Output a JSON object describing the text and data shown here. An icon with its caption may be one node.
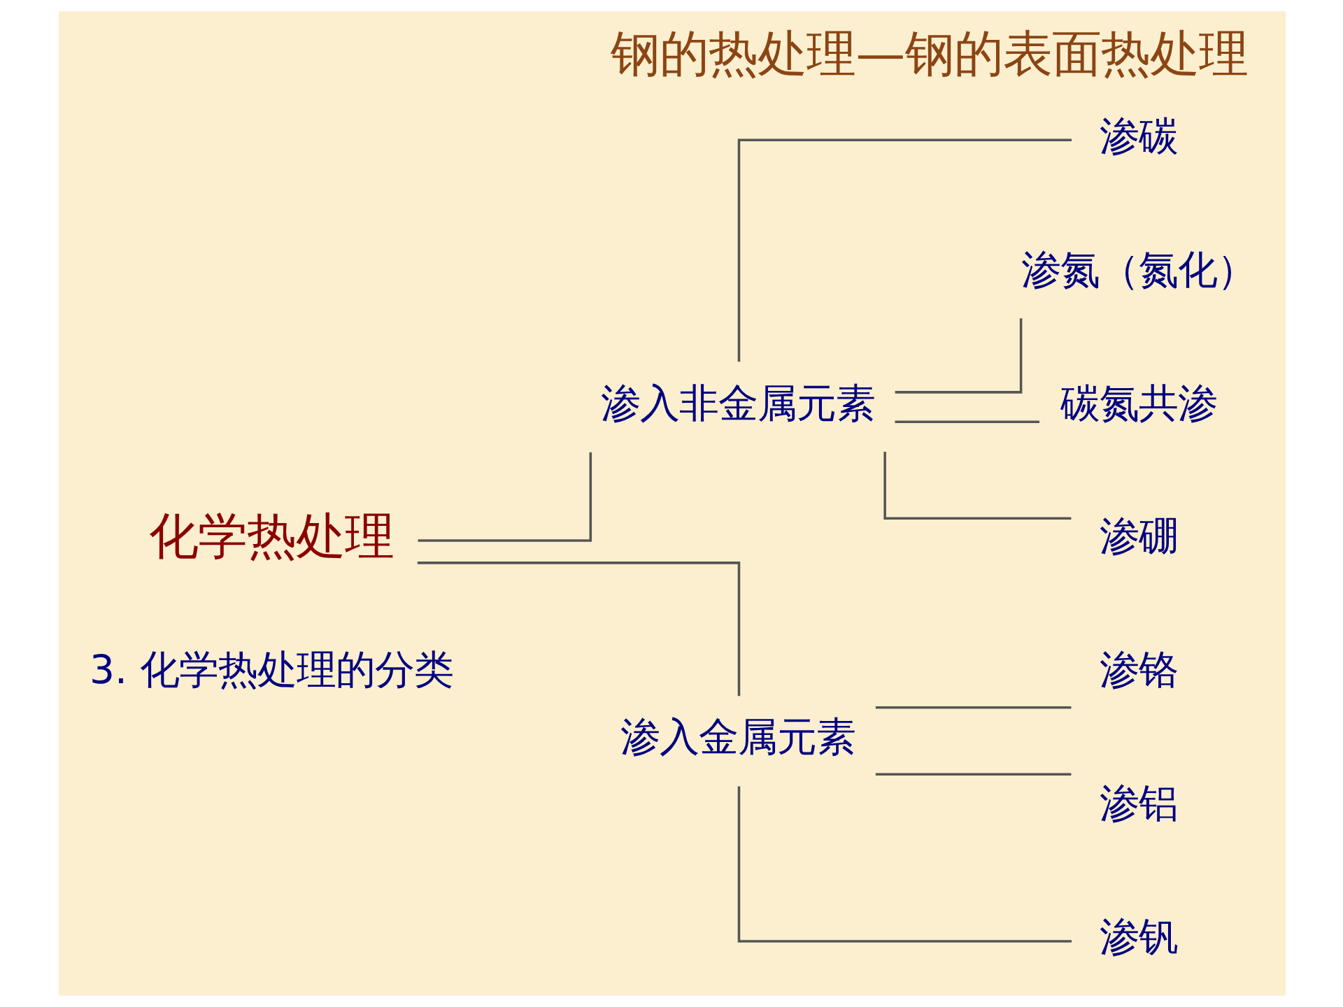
{
  "diagram": {
    "title": "钢的热处理—钢的表面热处理",
    "nodes": [
      {
        "text": [
          "化学热处理"
        ]
      },
      {
        "text": [
          "渗入非金属元素"
        ]
      },
      {
        "text": [
          "渗碳"
        ]
      },
      {
        "text": [
          "渗氮（氮化）"
        ]
      },
      {
        "text": [
          "碳氮共渗"
        ]
      },
      {
        "text": [
          "渗硼"
        ]
      },
      {
        "text": [
          "渗入金属元素"
        ]
      },
      {
        "text": [
          "渗铬"
        ]
      },
      {
        "text": [
          "渗铝"
        ]
      },
      {
        "text": [
          "渗钒"
        ]
      }
    ],
    "edges": [
      {
        "from": 0,
        "to": 1,
        "arrow": "none"
      },
      {
        "from": 0,
        "to": 6,
        "arrow": "none"
      },
      {
        "from": 1,
        "to": 2,
        "arrow": "none"
      },
      {
        "from": 1,
        "to": 3,
        "arrow": "none"
      },
      {
        "from": 1,
        "to": 4,
        "arrow": "none"
      },
      {
        "from": 1,
        "to": 5,
        "arrow": "none"
      },
      {
        "from": 6,
        "to": 7,
        "arrow": "none"
      },
      {
        "from": 6,
        "to": 8,
        "arrow": "none"
      },
      {
        "from": 6,
        "to": 9,
        "arrow": "none"
      }
    ],
    "labels": [
      "3. 化学热处理的分类"
    ]
  }
}
